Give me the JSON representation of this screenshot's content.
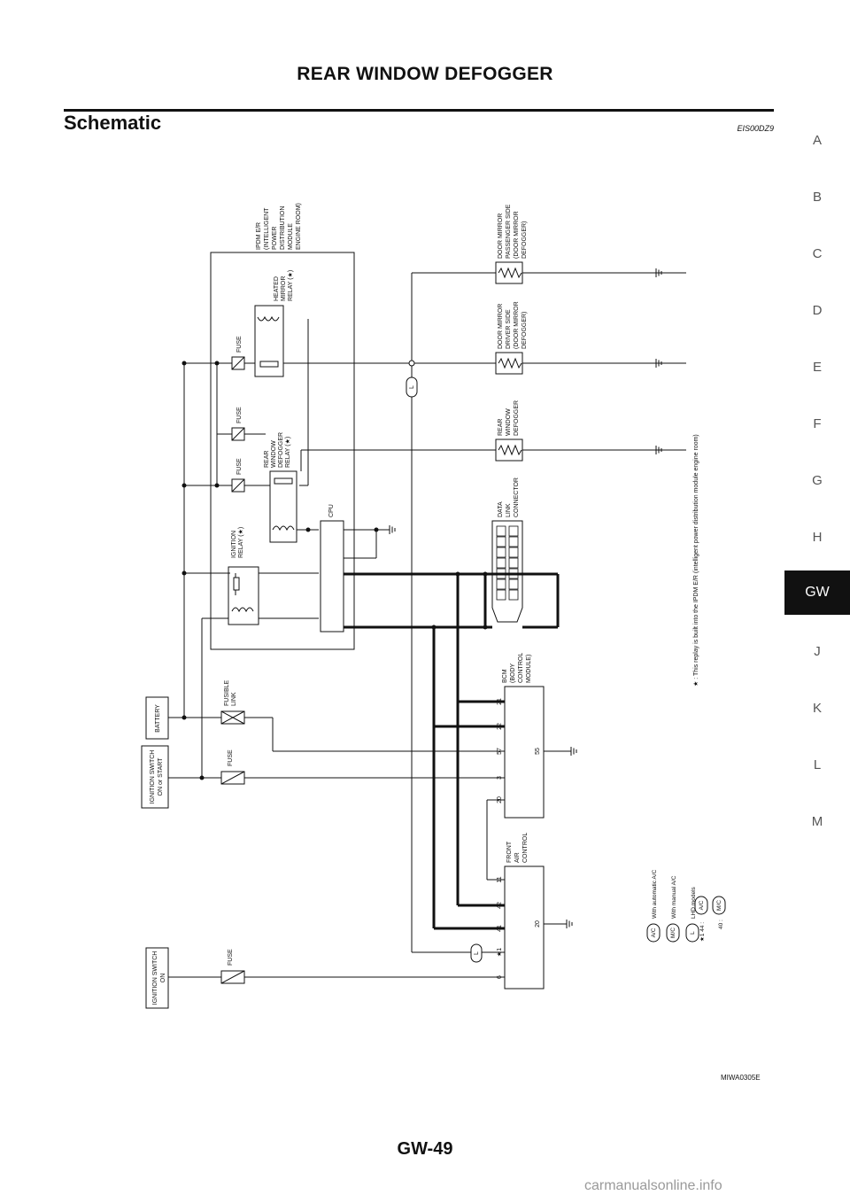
{
  "header": {
    "title": "REAR WINDOW DEFOGGER"
  },
  "section": {
    "title": "Schematic",
    "code": "EIS00DZ9"
  },
  "side_tabs": [
    {
      "label": "A",
      "active": false
    },
    {
      "label": "B",
      "active": false
    },
    {
      "label": "C",
      "active": false
    },
    {
      "label": "D",
      "active": false
    },
    {
      "label": "E",
      "active": false
    },
    {
      "label": "F",
      "active": false
    },
    {
      "label": "G",
      "active": false
    },
    {
      "label": "H",
      "active": false
    },
    {
      "label": "GW",
      "active": true
    },
    {
      "label": "J",
      "active": false
    },
    {
      "label": "K",
      "active": false
    },
    {
      "label": "L",
      "active": false
    },
    {
      "label": "M",
      "active": false
    }
  ],
  "diagram": {
    "ign_on": [
      "IGNITION SWITCH",
      "ON"
    ],
    "ign_start": [
      "IGNITION SWITCH",
      "ON or START"
    ],
    "battery": "BATTERY",
    "fuse": "FUSE",
    "fusible_link": [
      "FUSIBLE",
      "LINK"
    ],
    "ipdm": [
      "IPDM E/R",
      "(INTELLIGENT",
      "POWER",
      "DISTRIBUTION",
      "MODULE",
      "ENGINE ROOM)"
    ],
    "ign_relay": [
      "IGNITION",
      "RELAY (★)"
    ],
    "rear_relay": [
      "REAR",
      "WINDOW",
      "DEFOGGER",
      "RELAY (★)"
    ],
    "mirror_relay": [
      "HEATED",
      "MIRROR",
      "RELAY (★)"
    ],
    "cpu": "CPU",
    "door_pass": [
      "DOOR MIRROR",
      "PASSENGER SIDE",
      "(DOOR MIRROR",
      "DEFOGGER)"
    ],
    "door_drv": [
      "DOOR MIRROR",
      "DRIVER SIDE",
      "(DOOR MIRROR",
      "DEFOGGER)"
    ],
    "rear_def": [
      "REAR",
      "WINDOW",
      "DEFOGGER"
    ],
    "dlc": [
      "DATA",
      "LINK",
      "CONNECTOR"
    ],
    "bcm": [
      "BCM",
      "(BODY",
      "CONTROL",
      "MODULE)"
    ],
    "bcm_pins": [
      "20",
      "3",
      "57",
      "22",
      "21"
    ],
    "bcm_gnd_pin": "55",
    "fac": [
      "FRONT",
      "AIR",
      "CONTROL"
    ],
    "fac_pins": [
      "6",
      "★1",
      "41",
      "42",
      "11"
    ],
    "fac_gnd_pin": "20",
    "L": "L",
    "star_note": "★ : This replay is built into the IPDM E/R (intelligent power distribution module engine room)",
    "legend": [
      {
        "sym": "A/C",
        "text": "With automatic A/C"
      },
      {
        "sym": "M/C",
        "text": "With manual A/C"
      },
      {
        "sym": "L",
        "text": "LHD models"
      }
    ],
    "legend_star_a": "★1 44 :",
    "legend_star_b": "40 :",
    "legend_sym_ac": "A/C",
    "legend_sym_mc": "M/C"
  },
  "figure_id": "MIWA0305E",
  "page_number": "GW-49",
  "watermark": "carmanualsonline.info"
}
